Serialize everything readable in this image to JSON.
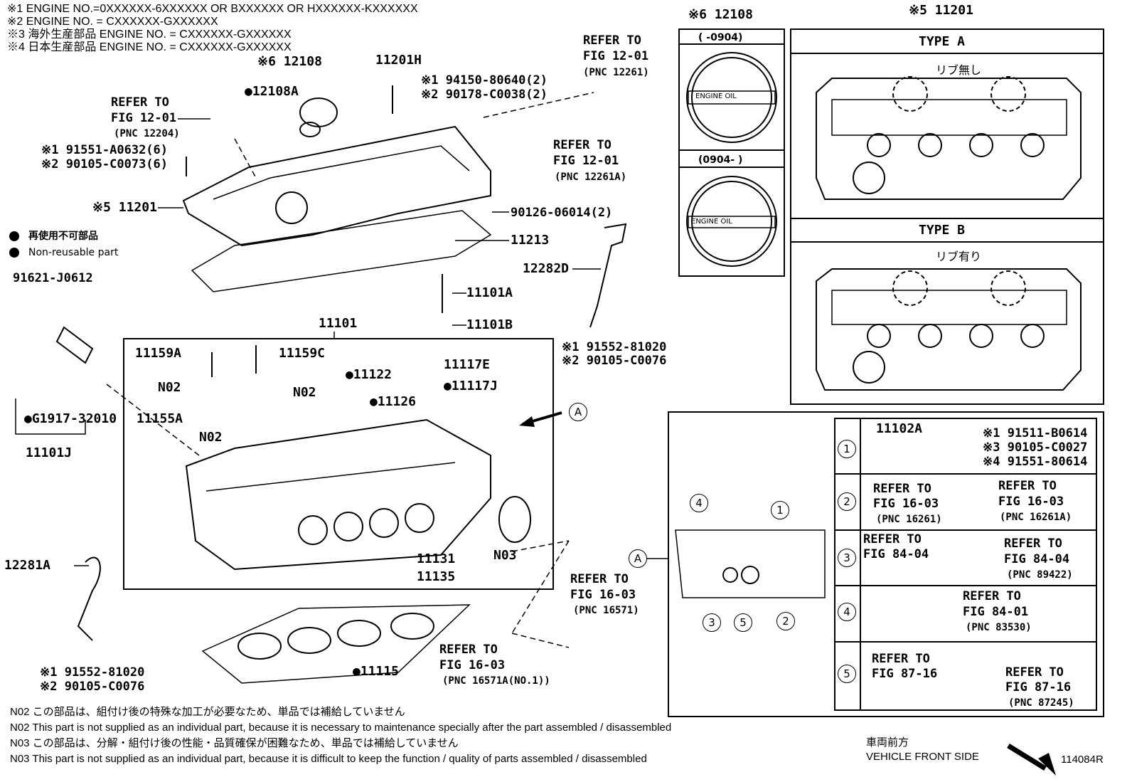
{
  "notes": {
    "n1": "※1 ENGINE NO.=0XXXXXX-6XXXXXX OR BXXXXXX OR HXXXXXX-KXXXXXX",
    "n2": "※2 ENGINE NO. = CXXXXXX-GXXXXXX",
    "n3": "※3 海外生産部品 ENGINE NO. = CXXXXXX-GXXXXXX",
    "n4": "※4 日本生産部品 ENGINE NO. = CXXXXXX-GXXXXXX"
  },
  "legend": {
    "ja": "再使用不可部品",
    "en": "Non-reusable part"
  },
  "parts": {
    "p12108_top": "※6 12108",
    "p12108a": "●12108A",
    "p11201h": "11201H",
    "p94150": "※1 94150-80640(2)",
    "p90178": "※2 90178-C0038(2)",
    "ref1201_a_1": "REFER TO",
    "ref1201_a_2": "FIG 12-01",
    "ref1201_a_3": "(PNC 12261)",
    "ref1201_b_1": "REFER TO",
    "ref1201_b_2": "FIG 12-01",
    "ref1201_b_3": "(PNC 12204)",
    "ref1201_c_1": "REFER TO",
    "ref1201_c_2": "FIG 12-01",
    "ref1201_c_3": "(PNC 12261A)",
    "p91551": "※1 91551-A0632(6)",
    "p90105_73": "※2 90105-C0073(6)",
    "p11201": "※5 11201",
    "p90126": "90126-06014(2)",
    "p11213": "11213",
    "p12282d": "12282D",
    "p91621": "91621-J0612",
    "p11101a": "11101A",
    "p11101b": "11101B",
    "p91552_a": "※1 91552-81020",
    "p90105_76a": "※2 90105-C0076",
    "p11101": "11101",
    "p11159a": "11159A",
    "p11159c": "11159C",
    "p11117e": "11117E",
    "p11122": "●11122",
    "p11117j": "●11117J",
    "pn02_a": "N02",
    "pn02_b": "N02",
    "pn02_c": "N02",
    "p11126": "●11126",
    "p11155a": "11155A",
    "pg1917": "●G1917-32010",
    "p11101j": "11101J",
    "pa_marker": "A",
    "p11131": "11131",
    "p11135": "11135",
    "pn03": "N03",
    "p12281a": "12281A",
    "ref1603_a_1": "REFER TO",
    "ref1603_a_2": "FIG 16-03",
    "ref1603_a_3": "(PNC 16571)",
    "ref1603_b_1": "REFER TO",
    "ref1603_b_2": "FIG 16-03",
    "ref1603_b_3": "(PNC 16571A(NO.1))",
    "p11115": "●11115",
    "p91552_b": "※1 91552-81020",
    "p90105_76b": "※2 90105-C0076"
  },
  "cap_box": {
    "title": "※6 12108",
    "r1": "(    -0904)",
    "r2": "(0904-    )",
    "cap_label_1": "ENGINE OIL",
    "cap_label_2": "ENGINE OIL"
  },
  "type_box": {
    "title": "※5 11201",
    "type_a": "TYPE A",
    "type_a_note": "リブ無し",
    "type_b": "TYPE B",
    "type_b_note": "リブ有り"
  },
  "detail_box": {
    "marker": "A",
    "row1_part": "11102A",
    "row1_a": "※1 91511-B0614",
    "row1_b": "※3 90105-C0027",
    "row1_c": "※4 91551-80614",
    "row2_l1": "REFER TO",
    "row2_l2": "FIG 16-03",
    "row2_l3": "(PNC 16261)",
    "row2_r1": "REFER TO",
    "row2_r2": "FIG 16-03",
    "row2_r3": "(PNC 16261A)",
    "row3_l1": "REFER TO",
    "row3_l2": "FIG 84-04",
    "row3_r1": "REFER TO",
    "row3_r2": "FIG 84-04",
    "row3_r3": "(PNC 89422)",
    "row4_r1": "REFER TO",
    "row4_r2": "FIG 84-01",
    "row4_r3": "(PNC 83530)",
    "row5_l1": "REFER TO",
    "row5_l2": "FIG 87-16",
    "row5_r1": "REFER TO",
    "row5_r2": "FIG 87-16",
    "row5_r3": "(PNC 87245)",
    "nums": [
      "1",
      "2",
      "3",
      "4",
      "5"
    ]
  },
  "footer": {
    "f1": "N02  この部品は、組付け後の特殊な加工が必要なため、単品では補給していません",
    "f2": "N02  This part is not supplied as an individual part, because it is necessary to maintenance specially after the part assembled / disassembled",
    "f3": "N03  この部品は、分解・組付け後の性能・品質確保が困難なため、単品では補給していません",
    "f4": "N03  This part is not supplied as an individual part, because it is difficult to keep the function / quality of parts  assembled / disassembled",
    "front_ja": "車両前方",
    "front_en": "VEHICLE FRONT SIDE",
    "code": "114084R"
  }
}
